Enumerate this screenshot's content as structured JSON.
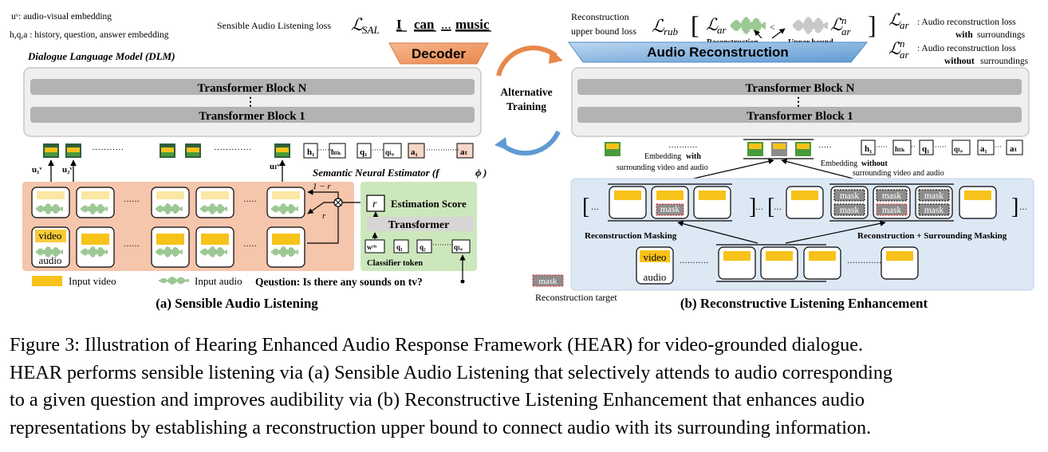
{
  "legend_left": {
    "line1": "uᵛ: audio-visual embedding",
    "line2": "h,q,a : history, question, answer embedding"
  },
  "dlm_label": "Dialogue Language Model (DLM)",
  "sal_loss": {
    "text": "Sensible Audio Listening loss",
    "symbol": "ℒ",
    "sub": "SAL",
    "words": [
      "I",
      "can",
      "...",
      "music"
    ]
  },
  "decoder": "Decoder",
  "alternative_training": [
    "Alternative",
    "Training"
  ],
  "transformer_n": "Transformer Block N",
  "transformer_1": "Transformer Block 1",
  "dots_v": "⋮",
  "u_labels": [
    "u₁ᵛ",
    "u₂ᵛ",
    "uₗᵛ"
  ],
  "token_labels": [
    "h₁",
    "hₗₕ",
    "q₁",
    "qₗᵩ",
    "a₁",
    "aₜ"
  ],
  "sne_label": "Semantic Neural Estimator (f",
  "sne_phi": "ϕ",
  "r_symbol": "r",
  "one_minus_r": "1 − r",
  "estimation_score": "Estimation Score",
  "transformer_small": "Transformer",
  "classifier_tokens": [
    "wᶜˡˢ",
    "q₁",
    "q₂",
    "qₗᵩ"
  ],
  "classifier_token": "Classifier token",
  "video": "video",
  "audio": "audio",
  "input_video": "Input video",
  "input_audio": "Input audio",
  "question": "Qeustion: Is there any sounds on tv?",
  "panel_a_title": "(a) Sensible Audio Listening",
  "rub_loss": {
    "text1": "Reconstruction",
    "text2": "upper bound loss",
    "symbol": "ℒ",
    "sub": "rub",
    "ar": "ar",
    "n": "n",
    "lt": "<",
    "reconstruction": "Reconstruction",
    "upper_bound": "Upper bound"
  },
  "legend_right": {
    "lar_desc1": ": Audio reconstruction loss",
    "lar_desc2_bold": "with",
    "lar_desc2": "surroundings",
    "larn_desc1": ": Audio reconstruction loss",
    "larn_desc2_bold": "without",
    "larn_desc2": "surroundings"
  },
  "audio_reconstruction": "Audio Reconstruction",
  "embedding_with": [
    "Embedding",
    "with",
    "surrounding video and audio"
  ],
  "embedding_without": [
    "Embedding",
    "without",
    "surrounding video and audio"
  ],
  "mask": "mask",
  "reconstruction_masking": "Reconstruction Masking",
  "reconstruction_surrounding_masking": "Reconstruction + Surrounding Masking",
  "reconstruction_target": "Reconstruction target",
  "panel_b_title": "(b) Reconstructive Listening Enhancement",
  "caption": [
    "Figure 3: Illustration of Hearing Enhanced Audio Response Framework (HEAR) for video-grounded dialogue.",
    "HEAR performs sensible listening via (a) Sensible Audio Listening that selectively attends to audio corresponding",
    "to a given question and improves audibility via (b) Reconstructive Listening Enhancement that enhances audio",
    "representations by establishing a reconstruction upper bound to connect audio with its surrounding information."
  ],
  "colors": {
    "video": "#f7c21a",
    "audio": "#4a9a3c",
    "salmon": "#f5c5ac",
    "green_panel": "#cde7bd",
    "blue_panel": "#dde8f5",
    "decoder": "#f0a877",
    "audio_recon": "#9ec3e6",
    "gray_block": "#b3b3b3",
    "dark_green": "#2e5f3a",
    "mask": "#8d8d8d",
    "mask_target": "#d84040"
  }
}
